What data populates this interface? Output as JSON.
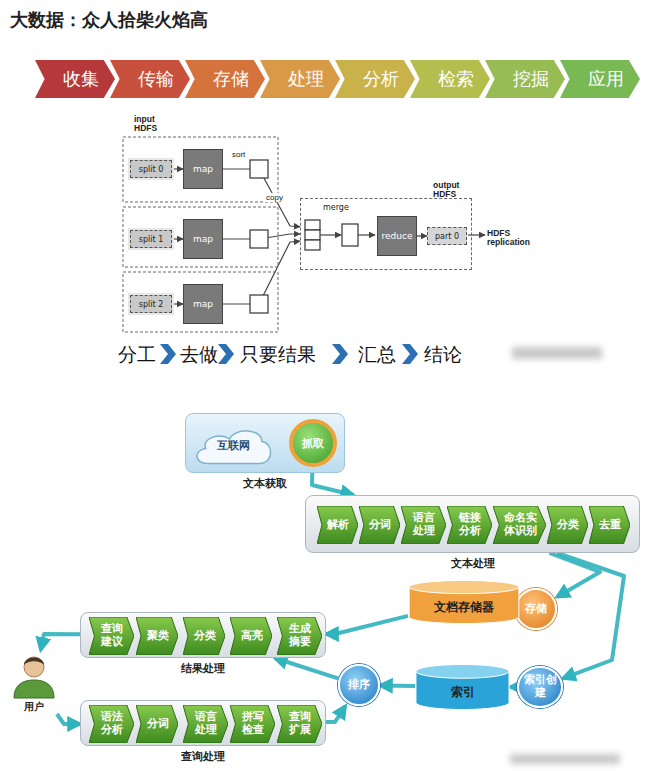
{
  "diagram": {
    "title": "大数据：众人拾柴火焰高",
    "nodes": [
      {
        "text": [
          "收集"
        ]
      },
      {
        "text": [
          "传输"
        ]
      },
      {
        "text": [
          "存储"
        ]
      },
      {
        "text": [
          "处理"
        ]
      },
      {
        "text": [
          "分析"
        ]
      },
      {
        "text": [
          "检索"
        ]
      },
      {
        "text": [
          "挖掘"
        ]
      },
      {
        "text": [
          "应用"
        ]
      },
      {
        "text": [
          "split 0"
        ]
      },
      {
        "text": [
          "map"
        ]
      },
      {
        "text": [
          "split 1"
        ]
      },
      {
        "text": [
          "map"
        ]
      },
      {
        "text": [
          "split 2"
        ]
      },
      {
        "text": [
          "map"
        ]
      },
      {
        "text": [
          "merge"
        ]
      },
      {
        "text": [
          "reduce"
        ],
        "in": 14
      },
      {
        "text": [
          "part 0"
        ],
        "in": 14
      },
      {
        "text": [
          "文本获取"
        ]
      },
      {
        "text": [
          "互联网"
        ],
        "in": 17
      },
      {
        "text": [
          "抓取"
        ],
        "in": 17
      },
      {
        "text": [
          "文本处理"
        ]
      },
      {
        "text": [
          "解析"
        ],
        "in": 20
      },
      {
        "text": [
          "分词"
        ],
        "in": 20
      },
      {
        "text": [
          "语言处理"
        ],
        "in": 20
      },
      {
        "text": [
          "链接分析"
        ],
        "in": 20
      },
      {
        "text": [
          "命名实体识别"
        ],
        "in": 20
      },
      {
        "text": [
          "分类"
        ],
        "in": 20
      },
      {
        "text": [
          "去重"
        ],
        "in": 20
      },
      {
        "text": [
          "存储"
        ]
      },
      {
        "text": [
          "文档存储器"
        ]
      },
      {
        "text": [
          "索引创建"
        ]
      },
      {
        "text": [
          "索引"
        ]
      },
      {
        "text": [
          "排序"
        ]
      },
      {
        "text": [
          "结果处理"
        ]
      },
      {
        "text": [
          "查询建议"
        ],
        "in": 33
      },
      {
        "text": [
          "聚类"
        ],
        "in": 33
      },
      {
        "text": [
          "分类"
        ],
        "in": 33
      },
      {
        "text": [
          "高亮"
        ],
        "in": 33
      },
      {
        "text": [
          "生成摘要"
        ],
        "in": 33
      },
      {
        "text": [
          "用户"
        ]
      },
      {
        "text": [
          "查询处理"
        ]
      },
      {
        "text": [
          "语法分析"
        ],
        "in": 40
      },
      {
        "text": [
          "分词"
        ],
        "in": 40
      },
      {
        "text": [
          "语言处理"
        ],
        "in": 40
      },
      {
        "text": [
          "拼写检查"
        ],
        "in": 40
      },
      {
        "text": [
          "查询扩展"
        ],
        "in": 40
      }
    ],
    "edges": [
      {
        "from": 8,
        "to": 9,
        "arrow": "to"
      },
      {
        "from": 9,
        "to": 14,
        "label": "copy",
        "arrow": "to"
      },
      {
        "from": 10,
        "to": 11,
        "arrow": "to"
      },
      {
        "from": 11,
        "to": 14,
        "arrow": "to"
      },
      {
        "from": 12,
        "to": 13,
        "arrow": "to"
      },
      {
        "from": 13,
        "to": 14,
        "arrow": "to"
      },
      {
        "from": 15,
        "to": 16,
        "arrow": "to"
      },
      {
        "from": 18,
        "to": 19,
        "arrow": "to"
      },
      {
        "from": 19,
        "to": 20,
        "arrow": "to"
      },
      {
        "from": 20,
        "to": 28,
        "arrow": "to"
      },
      {
        "from": 20,
        "to": 30,
        "arrow": "to"
      },
      {
        "from": 28,
        "to": 29,
        "arrow": "to"
      },
      {
        "from": 29,
        "to": 33,
        "arrow": "to"
      },
      {
        "from": 30,
        "to": 31,
        "arrow": "to"
      },
      {
        "from": 31,
        "to": 32,
        "arrow": "to"
      },
      {
        "from": 40,
        "to": 32,
        "arrow": "to"
      },
      {
        "from": 32,
        "to": 33,
        "arrow": "to"
      },
      {
        "from": 33,
        "to": 39,
        "arrow": "to"
      },
      {
        "from": 39,
        "to": 40,
        "arrow": "to"
      }
    ],
    "labels": [
      "input HDFS",
      "sort",
      "output HDFS",
      "HDFS replication",
      "分工",
      "去做",
      "只要结果",
      "汇总",
      "结论"
    ]
  }
}
